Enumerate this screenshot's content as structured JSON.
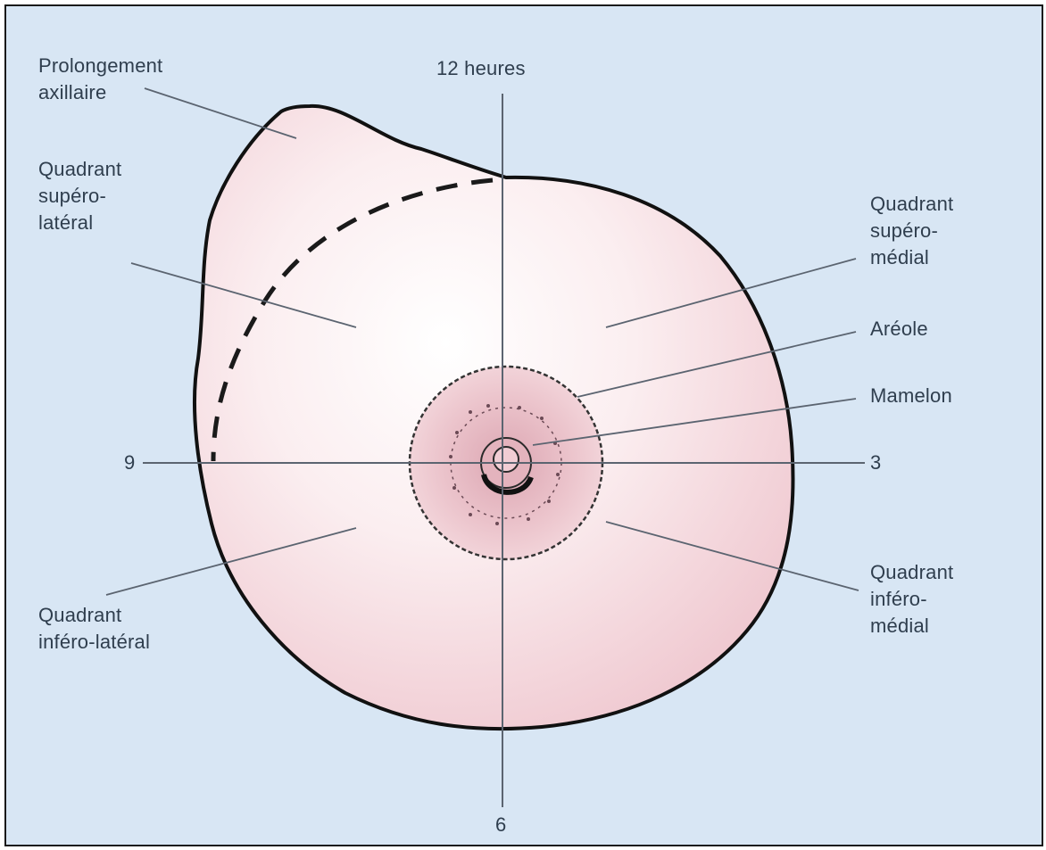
{
  "colors": {
    "background": "#d8e6f4",
    "breast_fill": "#f3d9dd",
    "areola_fill": "#e9bfc7",
    "outline": "#111111",
    "leader_lines": "#5b6470",
    "text": "#2f3e4e"
  },
  "clock_labels": {
    "top": "12 heures",
    "left": "9",
    "right": "3",
    "bottom": "6"
  },
  "annotations": {
    "axillary_tail": "Prolongement\naxillaire",
    "upper_outer": "Quadrant\nsupéro-\nlatéral",
    "upper_inner": "Quadrant\nsupéro-\nmédial",
    "areola": "Aréole",
    "nipple": "Mamelon",
    "lower_outer": "Quadrant\ninféro-latéral",
    "lower_inner": "Quadrant\ninféro-\nmédial"
  }
}
